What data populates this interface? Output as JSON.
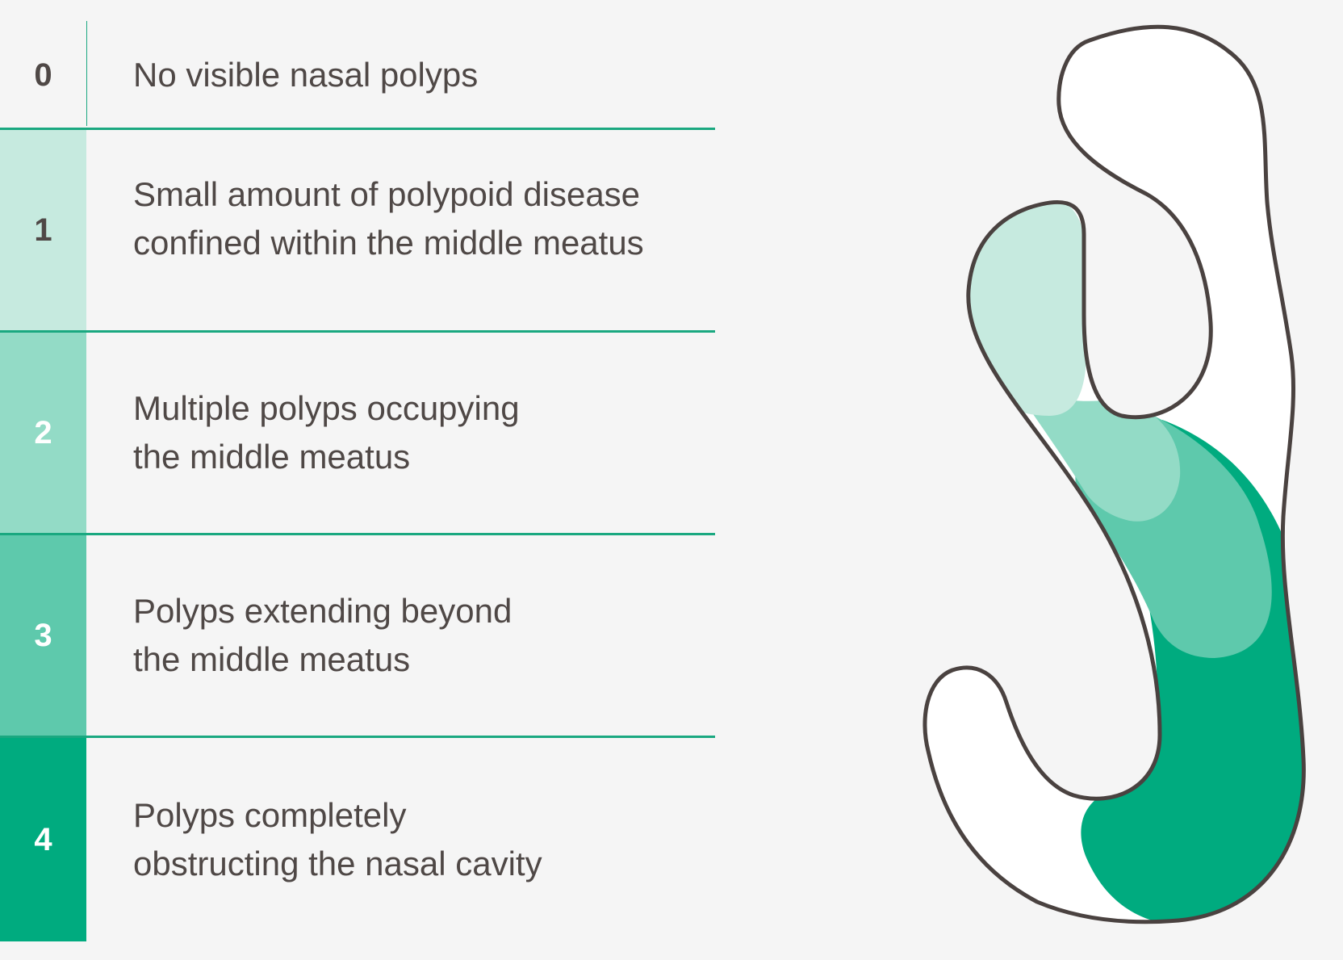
{
  "grades": [
    {
      "score": "0",
      "lines": [
        "No visible nasal polyps"
      ],
      "fill": "#f5f5f5",
      "score_color": "#4f4846"
    },
    {
      "score": "1",
      "lines": [
        "Small amount of polypoid disease",
        "confined within the middle meatus"
      ],
      "fill": "#c6eadf",
      "score_color": "#4f4846"
    },
    {
      "score": "2",
      "lines": [
        "Multiple polyps occupying",
        "the middle meatus"
      ],
      "fill": "#93dbc6",
      "score_color": "#ffffff"
    },
    {
      "score": "3",
      "lines": [
        "Polyps extending beyond",
        "the middle meatus"
      ],
      "fill": "#5ec9ac",
      "score_color": "#ffffff"
    },
    {
      "score": "4",
      "lines": [
        "Polyps completely",
        "obstructing the nasal cavity"
      ],
      "fill": "#00ab7f",
      "score_color": "#ffffff"
    }
  ],
  "colors": {
    "rule": "#1aa880",
    "outline": "#4a4240",
    "text": "#4f4846",
    "background": "#f5f5f5"
  }
}
